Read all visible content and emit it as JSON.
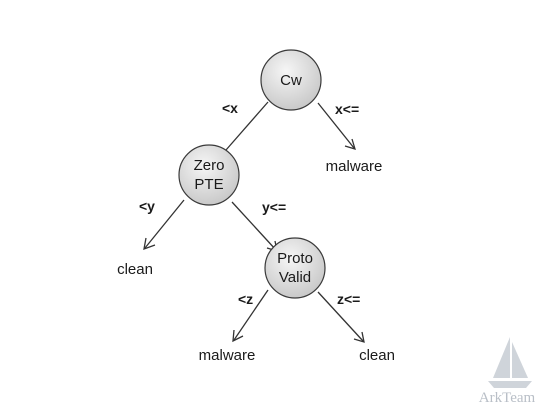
{
  "nodes": {
    "root": {
      "label": "Cw"
    },
    "zero_pte": {
      "line1": "Zero",
      "line2": "PTE"
    },
    "proto_valid": {
      "line1": "Proto",
      "line2": "Valid"
    }
  },
  "edges": {
    "root_left": "<x",
    "root_right": "x<=",
    "zero_left": "<y",
    "zero_right": "y<=",
    "proto_left": "<z",
    "proto_right": "z<="
  },
  "leaves": {
    "root_right": "malware",
    "zero_left": "clean",
    "proto_left": "malware",
    "proto_right": "clean"
  },
  "watermark": {
    "text": "ArkTeam"
  },
  "colors": {
    "node_fill_light": "#f4f4f4",
    "node_fill_dark": "#c9c9c9",
    "stroke": "#333333",
    "watermark": "#b9bfc7"
  }
}
